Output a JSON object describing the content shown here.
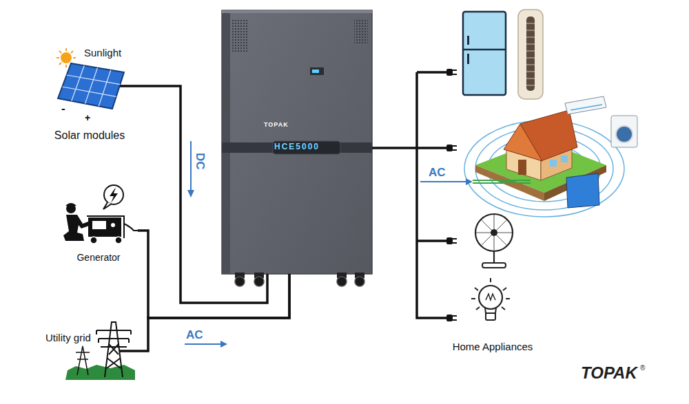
{
  "diagram": {
    "nodes": [
      {
        "text": [
          "Sunlight",
          "Solar modules"
        ]
      },
      {
        "text": [
          "Generator"
        ]
      },
      {
        "text": [
          "Utility grid"
        ]
      },
      {
        "text": [
          "TOPAK",
          "HCE5000"
        ]
      },
      {
        "text": [
          "Home Appliances"
        ]
      }
    ],
    "edges": [
      {
        "from": 0,
        "to": 3,
        "arrow": "none"
      },
      {
        "from": 1,
        "to": 3,
        "arrow": "none"
      },
      {
        "from": 2,
        "to": 3,
        "arrow": "none"
      },
      {
        "from": 3,
        "to": 4,
        "arrow": "none"
      }
    ],
    "labels": [
      "-",
      "+",
      "DC",
      "AC",
      "AC",
      "TOPAK",
      "®"
    ]
  }
}
